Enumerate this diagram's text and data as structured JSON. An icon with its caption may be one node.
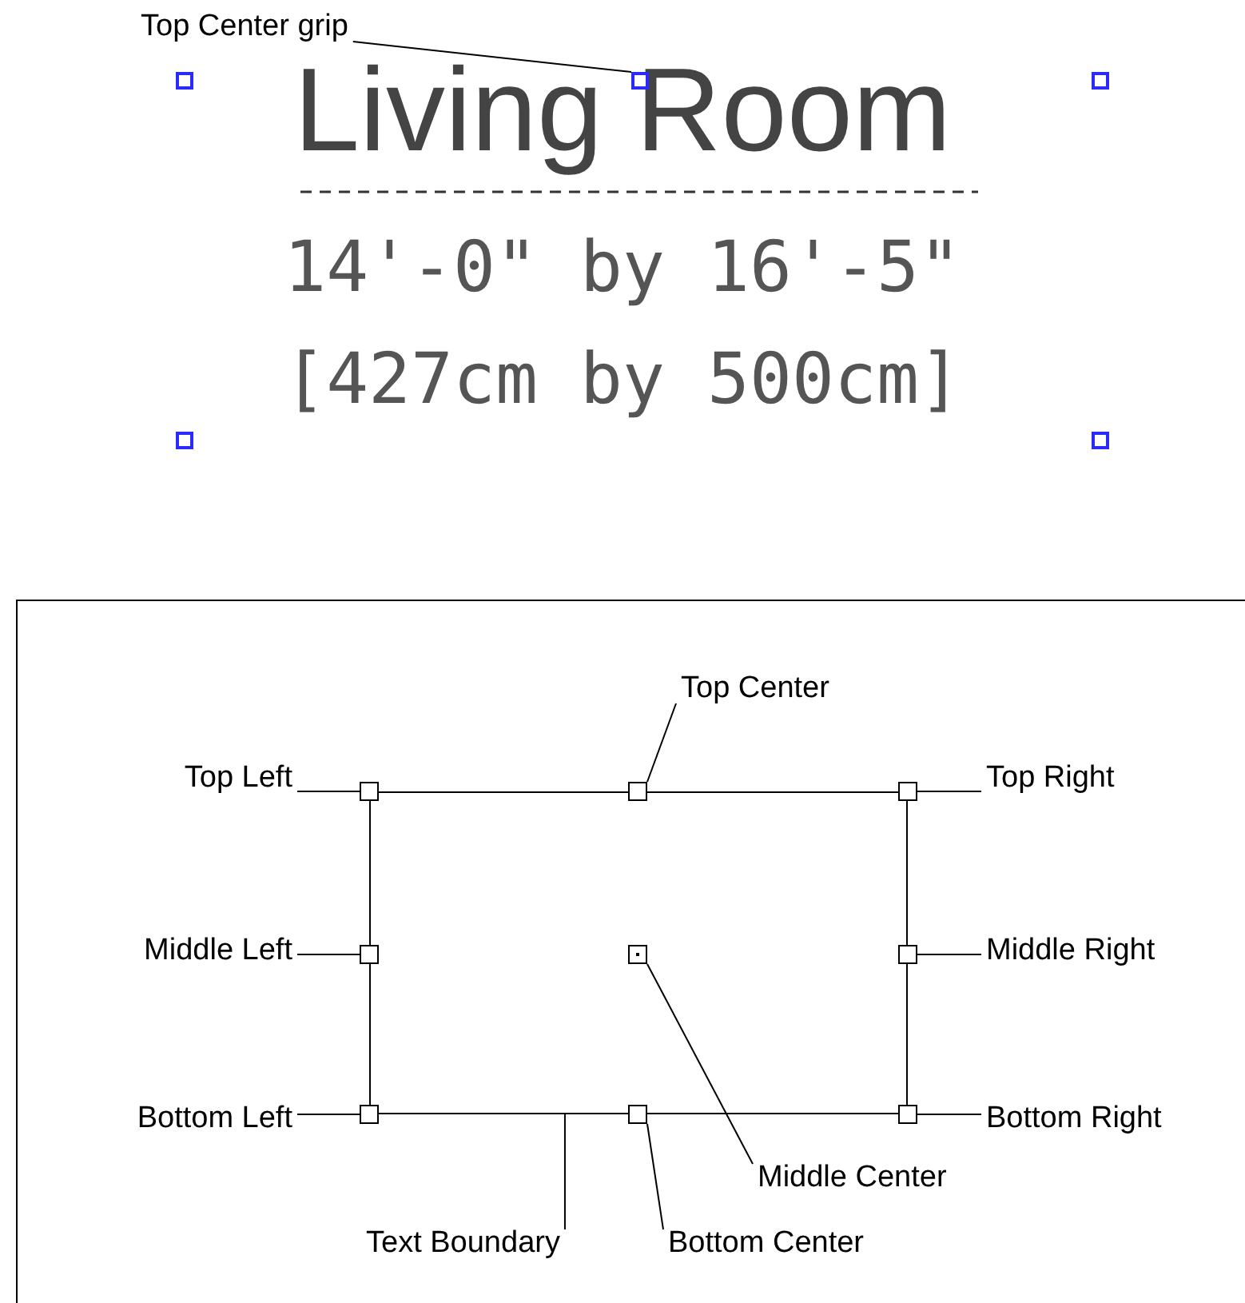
{
  "diagram": {
    "nodes": [
      {
        "text": [
          "Top Center grip"
        ]
      },
      {
        "text": [],
        "shape": "box"
      },
      {
        "text": [
          "Top Center"
        ]
      },
      {
        "text": [
          "Top Left"
        ]
      },
      {
        "text": [
          "Top Right"
        ]
      },
      {
        "text": [
          "Middle Left"
        ]
      },
      {
        "text": [
          "Middle Right"
        ]
      },
      {
        "text": [
          "Bottom Left"
        ]
      },
      {
        "text": [
          "Bottom Right"
        ]
      },
      {
        "text": [
          "Middle Center"
        ]
      },
      {
        "text": [
          "Text Boundary"
        ]
      },
      {
        "text": [
          "Bottom Center"
        ]
      },
      {
        "text": [],
        "shape": "box"
      },
      {
        "text": [],
        "shape": "box"
      },
      {
        "text": [],
        "shape": "box"
      },
      {
        "text": [],
        "shape": "box"
      },
      {
        "text": [],
        "shape": "box"
      },
      {
        "text": [],
        "shape": "box",
        "in": 12
      },
      {
        "text": [],
        "shape": "box"
      },
      {
        "text": [],
        "shape": "box"
      },
      {
        "text": [],
        "shape": "box"
      },
      {
        "text": [],
        "shape": "box"
      },
      {
        "text": [],
        "shape": "box"
      },
      {
        "text": [],
        "shape": "box"
      },
      {
        "text": [],
        "shape": "box"
      },
      {
        "text": [],
        "shape": "box"
      }
    ],
    "edges": [
      {
        "from": 0,
        "to": 1,
        "arrow": "none"
      },
      {
        "from": 2,
        "to": 14,
        "arrow": "none"
      },
      {
        "from": 3,
        "to": 13,
        "arrow": "none"
      },
      {
        "from": 4,
        "to": 15,
        "arrow": "none"
      },
      {
        "from": 5,
        "to": 16,
        "arrow": "none"
      },
      {
        "from": 6,
        "to": 18,
        "arrow": "none"
      },
      {
        "from": 7,
        "to": 19,
        "arrow": "none"
      },
      {
        "from": 8,
        "to": 21,
        "arrow": "none"
      },
      {
        "from": 9,
        "to": 17,
        "arrow": "none"
      },
      {
        "from": 10,
        "to": 12,
        "arrow": "none"
      },
      {
        "from": 11,
        "to": 20,
        "arrow": "none"
      }
    ],
    "labels": [
      "Living Room",
      "14'-0\" by 16'-5\"",
      "[427cm by 500cm]"
    ]
  }
}
